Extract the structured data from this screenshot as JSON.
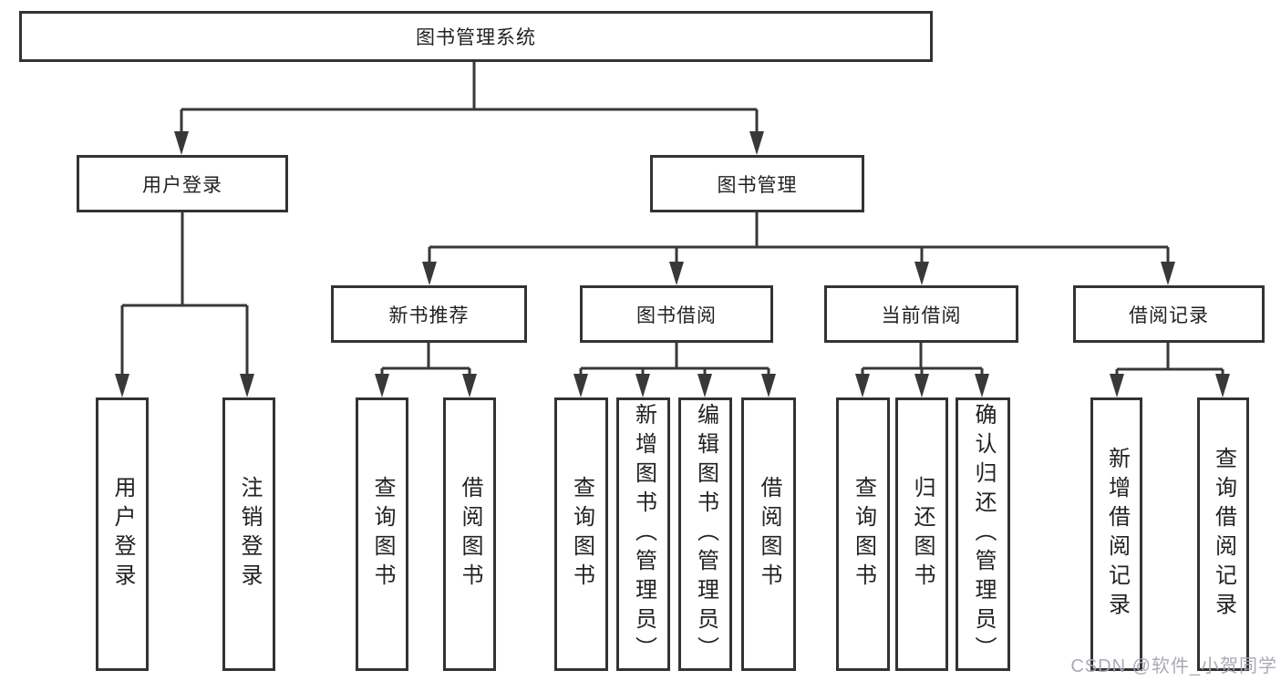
{
  "diagram": {
    "root": {
      "label": "图书管理系统"
    },
    "level2": [
      {
        "label": "用户登录"
      },
      {
        "label": "图书管理"
      }
    ],
    "level3": [
      {
        "label": "新书推荐"
      },
      {
        "label": "图书借阅"
      },
      {
        "label": "当前借阅"
      },
      {
        "label": "借阅记录"
      }
    ],
    "leaves": {
      "login": [
        "用户登录",
        "注销登录"
      ],
      "recommend": [
        "查询图书",
        "借阅图书"
      ],
      "borrow": [
        "查询图书",
        "新增图书（管理员）",
        "编辑图书（管理员）",
        "借阅图书"
      ],
      "current": [
        "查询图书",
        "归还图书",
        "确认归还（管理员）"
      ],
      "records": [
        "新增借阅记录",
        "查询借阅记录"
      ]
    }
  },
  "watermark": {
    "text": "CSDN @软件_小贺同学"
  },
  "colors": {
    "line": "#383838",
    "border": "#333333",
    "text": "#222222",
    "background": "#ffffff",
    "watermark": "#a6a6b0"
  }
}
